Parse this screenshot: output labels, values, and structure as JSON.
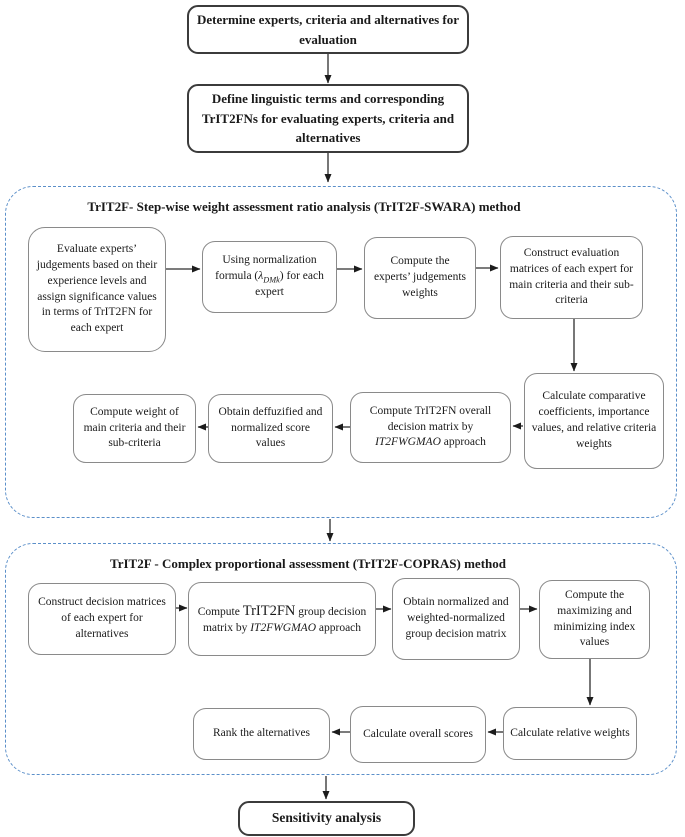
{
  "colors": {
    "dashed_container_border": "#5b8fc9",
    "inner_box_border": "#8a8a8a",
    "outer_box_border": "#3b3b3b",
    "text": "#1a1a1a",
    "arrow": "#1c1c1c",
    "background": "#ffffff"
  },
  "top_chain": {
    "determine": "Determine experts, criteria and alternatives for evaluation",
    "define": "Define linguistic terms and corresponding TrIT2FNs for evaluating experts, criteria and alternatives"
  },
  "swara": {
    "title": "TrIT2F- Step-wise weight assessment ratio analysis (TrIT2F-SWARA) method",
    "evaluate": "Evaluate experts’ judgements based on their experience levels and assign significance values in terms of TrIT2FN for each expert",
    "normalization": {
      "pre": "Using normalization formula (",
      "lambda": "λ",
      "subscript": "DMk",
      "post": ") for each expert"
    },
    "experts_weights": "Compute the experts’ judgements weights",
    "evaluation_matrices": "Construct evaluation matrices of each expert for main criteria and their sub-criteria",
    "comparative": "Calculate comparative coefficients, importance values, and relative criteria weights",
    "overall_matrix": {
      "pre": "Compute TrIT2FN overall decision matrix by ",
      "method": "IT2FWGMAO",
      "post": " approach"
    },
    "deffuzified": "Obtain deffuzified and normalized score values",
    "criteria_weights": "Compute weight of main criteria and their sub-criteria"
  },
  "copras": {
    "title": "TrIT2F - Complex proportional assessment (TrIT2F-COPRAS) method",
    "decision_matrices": "Construct decision matrices of each expert for alternatives",
    "group_matrix": {
      "pre": "Compute ",
      "big": "TrIT2FN",
      "mid": " group decision matrix by ",
      "method": "IT2FWGMAO",
      "post": " approach"
    },
    "normalized_matrix": "Obtain normalized and weighted-normalized group decision matrix",
    "index_values": "Compute the maximizing and minimizing index values",
    "relative_weights": "Calculate relative weights",
    "overall_scores": "Calculate overall scores",
    "rank": "Rank the alternatives"
  },
  "bottom": {
    "sensitivity": "Sensitivity analysis"
  }
}
